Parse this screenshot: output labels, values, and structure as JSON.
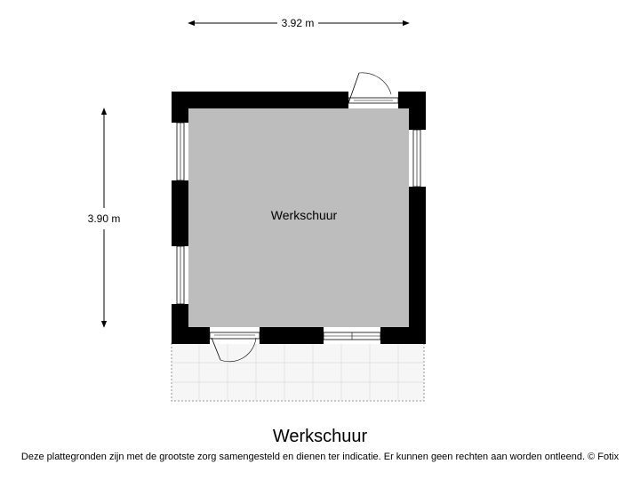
{
  "dimensions": {
    "width_label": "3.92 m",
    "height_label": "3.90 m"
  },
  "room": {
    "label": "Werkschuur"
  },
  "title": "Werkschuur",
  "disclaimer": "Deze plattegronden zijn met de grootste zorg samengesteld en dienen ter indicatie. Er kunnen geen rechten aan worden ontleend. © Fotix",
  "colors": {
    "wall": "#000000",
    "floor": "#bdbdbd",
    "terrace_grid": "#dcdcdc"
  }
}
